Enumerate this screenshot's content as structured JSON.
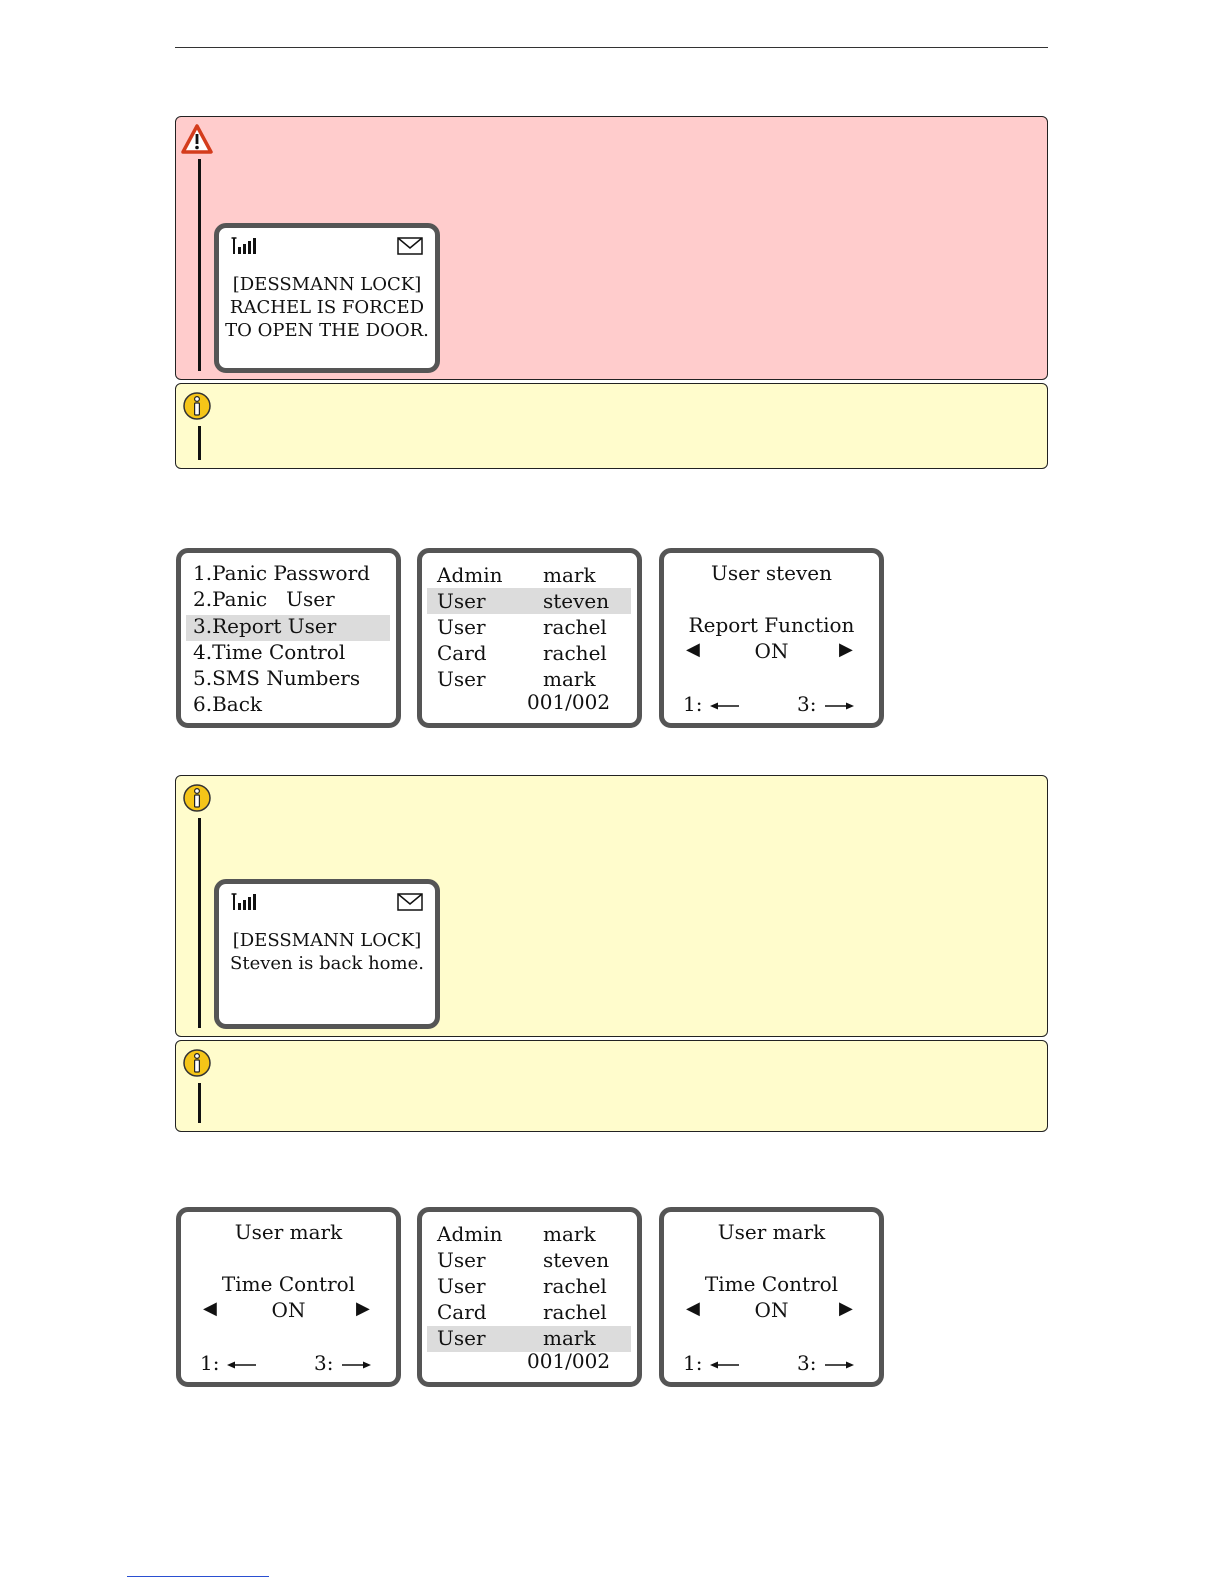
{
  "phone_message_forced": {
    "lines": [
      "[DESSMANN LOCK]",
      "RACHEL IS FORCED",
      "TO OPEN THE DOOR."
    ],
    "signal_icon": "signal-bars-icon",
    "envelope_icon": "envelope-icon"
  },
  "phone_message_back_home": {
    "lines": [
      "[DESSMANN LOCK]",
      "Steven is back home."
    ],
    "signal_icon": "signal-bars-icon",
    "envelope_icon": "envelope-icon"
  },
  "panic_menu": {
    "items": [
      "1.Panic Password",
      "2.Panic   User",
      "3.Report User",
      "4.Time Control",
      "5.SMS Numbers",
      "6.Back"
    ],
    "selected_index": 2
  },
  "user_list_report": {
    "rows": [
      {
        "type": "Admin",
        "name": "mark"
      },
      {
        "type": "User",
        "name": "steven"
      },
      {
        "type": "User",
        "name": "rachel"
      },
      {
        "type": "Card",
        "name": "rachel"
      },
      {
        "type": "User",
        "name": "mark"
      }
    ],
    "selected_index": 1,
    "page": "001/002"
  },
  "report_function_screen": {
    "title": "User steven",
    "label": "Report Function",
    "value": "ON",
    "left_key": "1:",
    "right_key": "3:"
  },
  "time_control_screen_1": {
    "title": "User mark",
    "label": "Time Control",
    "value": "ON",
    "left_key": "1:",
    "right_key": "3:"
  },
  "user_list_time": {
    "rows": [
      {
        "type": "Admin",
        "name": "mark"
      },
      {
        "type": "User",
        "name": "steven"
      },
      {
        "type": "User",
        "name": "rachel"
      },
      {
        "type": "Card",
        "name": "rachel"
      },
      {
        "type": "User",
        "name": "mark"
      }
    ],
    "selected_index": 4,
    "page": "001/002"
  },
  "time_control_screen_2": {
    "title": "User mark",
    "label": "Time Control",
    "value": "ON",
    "left_key": "1:",
    "right_key": "3:"
  },
  "colors": {
    "warning_bg": "#ffcccc",
    "info_bg": "#fffccc",
    "lcd_border": "#555555",
    "highlight": "#dcdcdc"
  }
}
